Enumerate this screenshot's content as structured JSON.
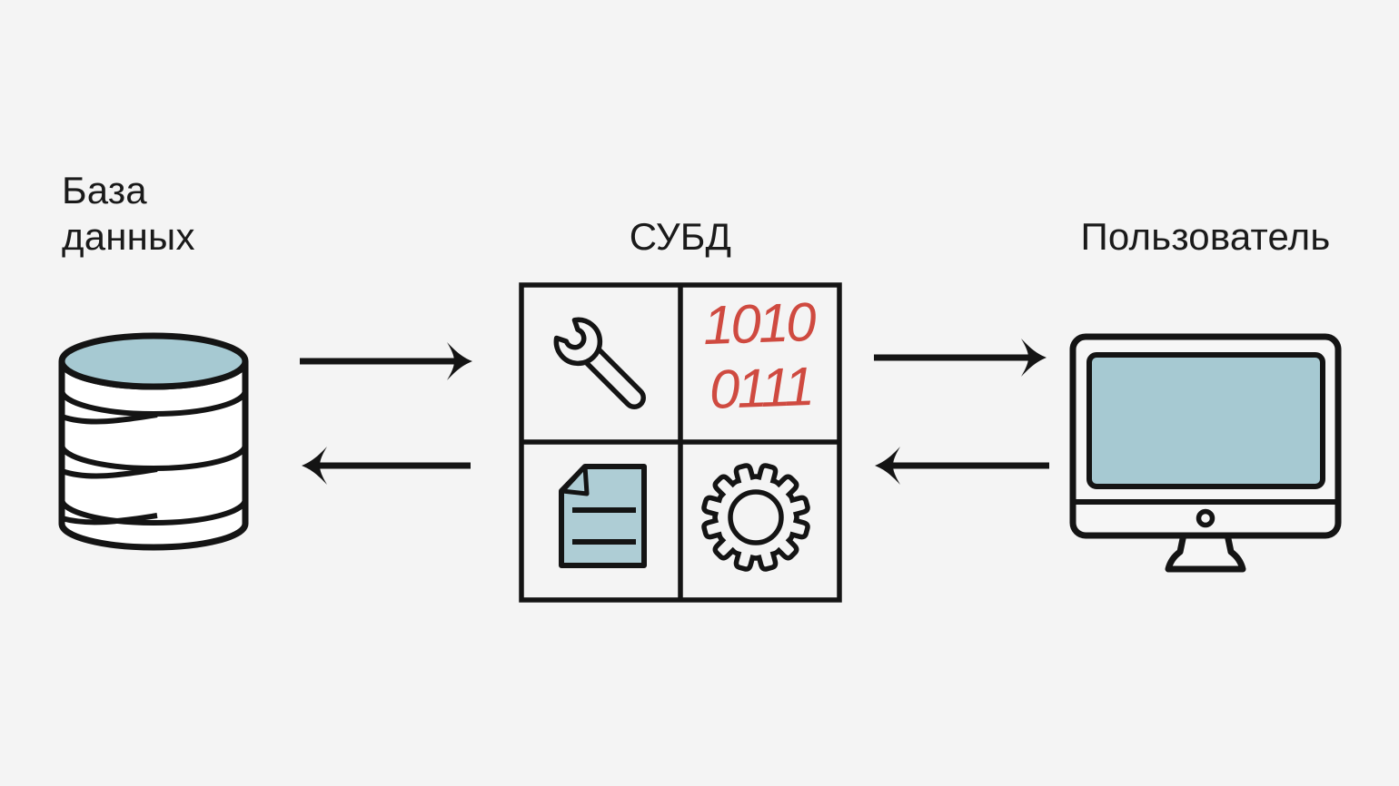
{
  "diagram": {
    "colors": {
      "background": "#f4f4f4",
      "outline": "#141414",
      "label_text": "#1a1a1a",
      "accent_teal": "#a6c9d2",
      "accent_red": "#cf4a40"
    },
    "nodes": {
      "database": {
        "label_line1": "База",
        "label_line2": "данных",
        "icon": "database-cylinder-icon"
      },
      "dbms": {
        "label": "СУБД",
        "binary_line1": "1010",
        "binary_line2": "0111",
        "icons": [
          "wrench-icon",
          "binary-code-text",
          "document-icon",
          "gear-icon"
        ]
      },
      "user": {
        "label": "Пользователь",
        "icon": "computer-monitor-icon"
      }
    },
    "arrows": [
      {
        "name": "database-to-dbms",
        "direction": "right"
      },
      {
        "name": "dbms-to-database",
        "direction": "left"
      },
      {
        "name": "dbms-to-user",
        "direction": "right"
      },
      {
        "name": "user-to-dbms",
        "direction": "left"
      }
    ]
  }
}
